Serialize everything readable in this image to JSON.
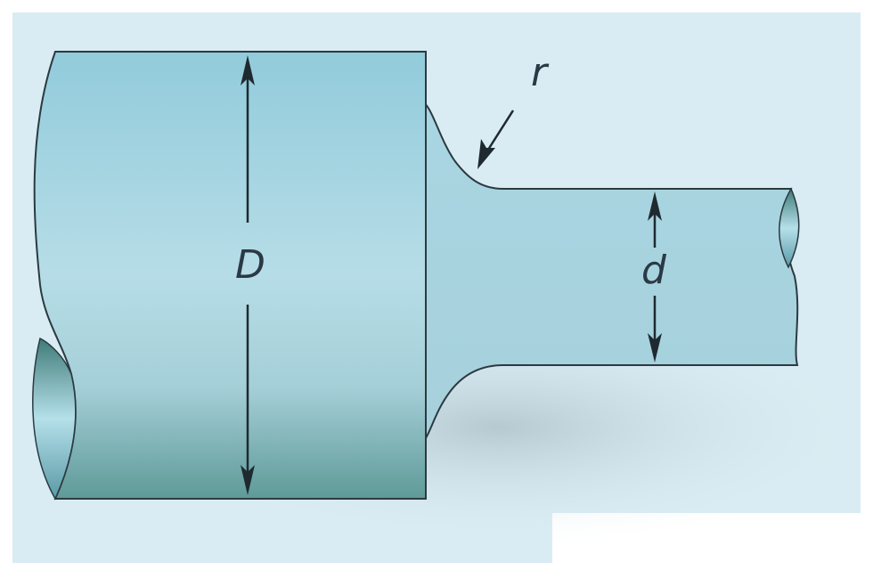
{
  "figure": {
    "labels": {
      "large_diameter": "D",
      "small_diameter": "d",
      "fillet_radius": "r"
    },
    "colors": {
      "background": "#d9ecf3",
      "shaft": "#a9d6e2",
      "shaft_dark": "#5f9a98",
      "outline": "#2b3a40"
    }
  }
}
